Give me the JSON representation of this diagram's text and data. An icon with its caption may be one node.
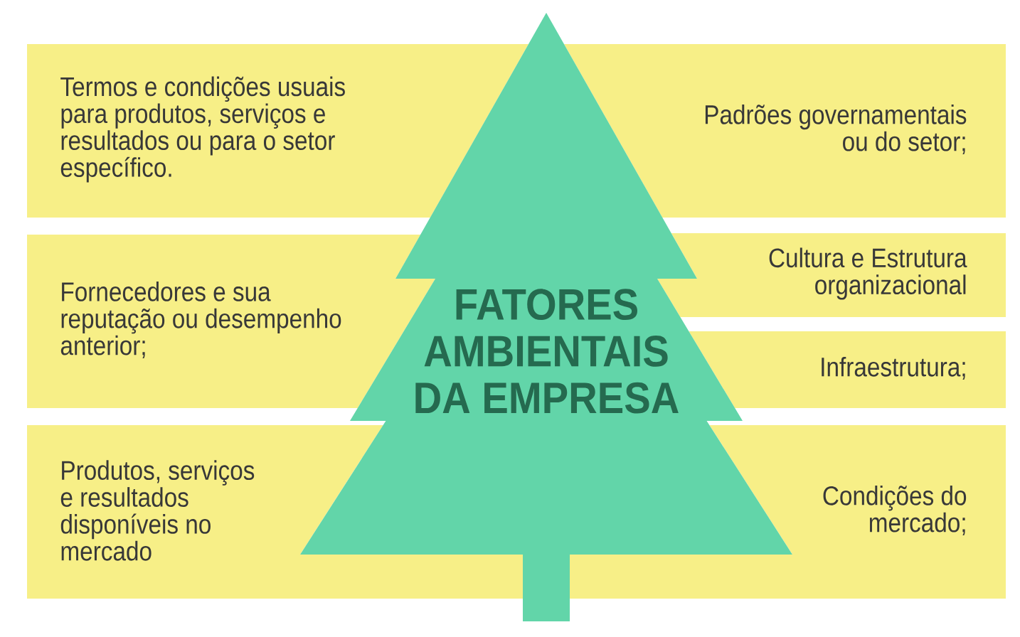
{
  "diagram": {
    "nodes": [
      {
        "text": [
          "FATORES AMBIENTAIS DA EMPRESA"
        ]
      },
      {
        "text": [
          "Termos e condições usuais para produtos, serviços e resultados ou para o setor específico."
        ]
      },
      {
        "text": [
          "Fornecedores e sua reputação ou desempenho anterior;"
        ]
      },
      {
        "text": [
          "Produtos, serviços e resultados disponíveis no mercado"
        ]
      },
      {
        "text": [
          "Padrões governamentais ou do setor;"
        ]
      },
      {
        "text": [
          "Cultura e Estrutura organizacional"
        ]
      },
      {
        "text": [
          "Infraestrutura;"
        ]
      },
      {
        "text": [
          "Condições do mercado;"
        ]
      }
    ]
  }
}
